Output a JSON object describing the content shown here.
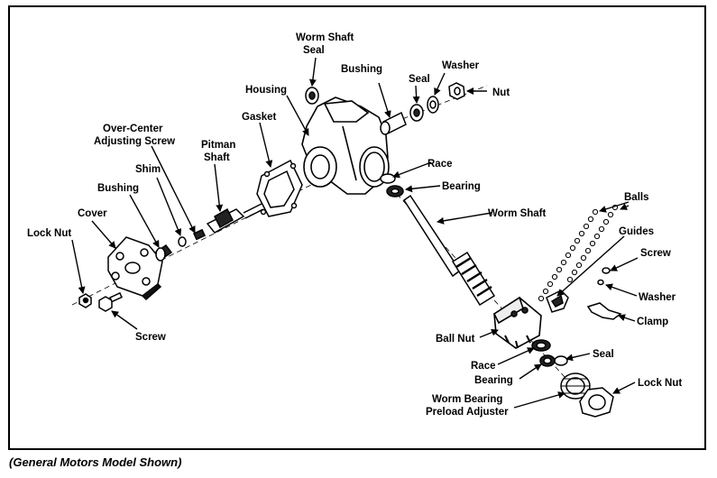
{
  "caption": "(General Motors Model Shown)",
  "labels": {
    "worm_shaft_seal_1": "Worm Shaft",
    "worm_shaft_seal_2": "Seal",
    "bushing_top": "Bushing",
    "seal_top": "Seal",
    "washer_top": "Washer",
    "nut_top": "Nut",
    "housing": "Housing",
    "gasket": "Gasket",
    "over_center_1": "Over-Center",
    "over_center_2": "Adjusting Screw",
    "pitman_1": "Pitman",
    "pitman_2": "Shaft",
    "shim": "Shim",
    "bushing_left": "Bushing",
    "cover": "Cover",
    "lock_nut_left": "Lock Nut",
    "screw_left": "Screw",
    "race_top": "Race",
    "bearing_top": "Bearing",
    "worm_shaft": "Worm Shaft",
    "balls": "Balls",
    "guides": "Guides",
    "screw_right": "Screw",
    "washer_right": "Washer",
    "clamp": "Clamp",
    "ball_nut": "Ball Nut",
    "race_bottom": "Race",
    "seal_bottom": "Seal",
    "bearing_bottom": "Bearing",
    "lock_nut_right": "Lock Nut",
    "preload_1": "Worm Bearing",
    "preload_2": "Preload Adjuster"
  }
}
